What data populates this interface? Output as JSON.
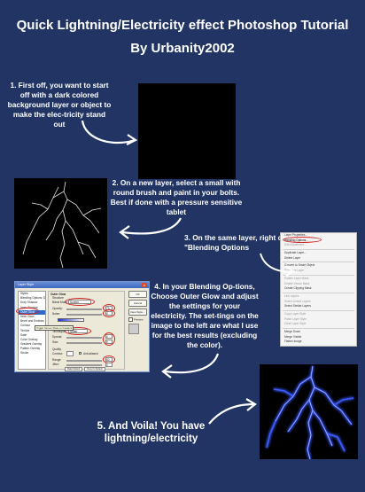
{
  "title": {
    "line1": "Quick Lightning/Electricity effect Photoshop Tutorial",
    "line2": "By Urbanity2002"
  },
  "steps": {
    "step1": "1. First off, you want to start off with a dark colored background layer or object to make the elec-tricity stand out",
    "step2": "2. On a new layer, select a small with round brush and paint in your bolts. Best if done with a pressure sensitive tablet",
    "step3": "3. On the same layer, right click and select \"Blending Options",
    "step4": "4. In your Blending Op-tions, Choose Outer Glow and adjust the settings for your electricity. The set-tings on the image to the left are what I use for the best results (excluding the color).",
    "step5": "5. And Voila! You have lightning/electricity"
  },
  "context_menu": {
    "items": [
      {
        "label": "Layer Properties...",
        "state": "normal"
      },
      {
        "label": "Blending Options...",
        "state": "highlighted"
      },
      {
        "label": "Edit Adjustment...",
        "state": "dim"
      },
      {
        "label": "Duplicate Layer...",
        "state": "normal"
      },
      {
        "label": "Delete Layer",
        "state": "normal"
      },
      {
        "label": "Convert to Smart Object",
        "state": "normal"
      },
      {
        "label": "Rasterize Layer",
        "state": "dim"
      },
      {
        "label": "Enable Layer Mask",
        "state": "dim"
      },
      {
        "label": "Enable Vector Mask",
        "state": "dim"
      },
      {
        "label": "Create Clipping Mask",
        "state": "normal"
      },
      {
        "label": "Link Layers",
        "state": "dim"
      },
      {
        "label": "Select Linked Layers",
        "state": "dim"
      },
      {
        "label": "Select Similar Layers",
        "state": "normal"
      },
      {
        "label": "Copy Layer Style",
        "state": "dim"
      },
      {
        "label": "Paste Layer Style",
        "state": "dim"
      },
      {
        "label": "Clear Layer Style",
        "state": "dim"
      },
      {
        "label": "Merge Down",
        "state": "normal"
      },
      {
        "label": "Merge Visible",
        "state": "normal"
      },
      {
        "label": "Flatten Image",
        "state": "normal"
      }
    ]
  },
  "layer_style_dialog": {
    "title": "Layer Style",
    "close_label": "x",
    "styles_list": [
      {
        "label": "Styles",
        "selected": false
      },
      {
        "label": "Blending Options: Default",
        "selected": false
      },
      {
        "label": "Drop Shadow",
        "selected": false
      },
      {
        "label": "Inner Shadow",
        "selected": false
      },
      {
        "label": "Outer Glow",
        "selected": true
      },
      {
        "label": "Inner Glow",
        "selected": false
      },
      {
        "label": "Bevel and Emboss",
        "selected": false
      },
      {
        "label": "Contour",
        "selected": false
      },
      {
        "label": "Texture",
        "selected": false
      },
      {
        "label": "Satin",
        "selected": false
      },
      {
        "label": "Color Overlay",
        "selected": false
      },
      {
        "label": "Gradient Overlay",
        "selected": false
      },
      {
        "label": "Pattern Overlay",
        "selected": false
      },
      {
        "label": "Stroke",
        "selected": false
      }
    ],
    "panel": {
      "heading": "Outer Glow",
      "structure": "Structure",
      "blend_mode_label": "Blend Mode:",
      "blend_mode_value": "Screen",
      "opacity_label": "Opacity:",
      "opacity_value": "75",
      "noise_label": "Noise:",
      "noise_value": "0",
      "elements": "Elements",
      "technique_label": "Technique:",
      "technique_value": "Softer",
      "spread_label": "Spread:",
      "spread_value": "0",
      "size_label": "Size:",
      "size_value": "5",
      "quality": "Quality",
      "contour_label": "Contour:",
      "antialiased_label": "Anti-aliased",
      "range_label": "Range:",
      "range_value": "50",
      "jitter_label": "Jitter:",
      "jitter_value": "0",
      "make_default": "Make Default",
      "reset_default": "Reset to Default",
      "tooltip": "Toggle Screen Mode to Gradient"
    },
    "buttons": {
      "ok": "OK",
      "cancel": "Cancel",
      "new_style": "New Style...",
      "preview": "Preview"
    }
  },
  "colors": {
    "background": "#223463",
    "text": "#ffffff",
    "highlight_oval": "#d21f1f",
    "glow": "#3a55ff"
  }
}
